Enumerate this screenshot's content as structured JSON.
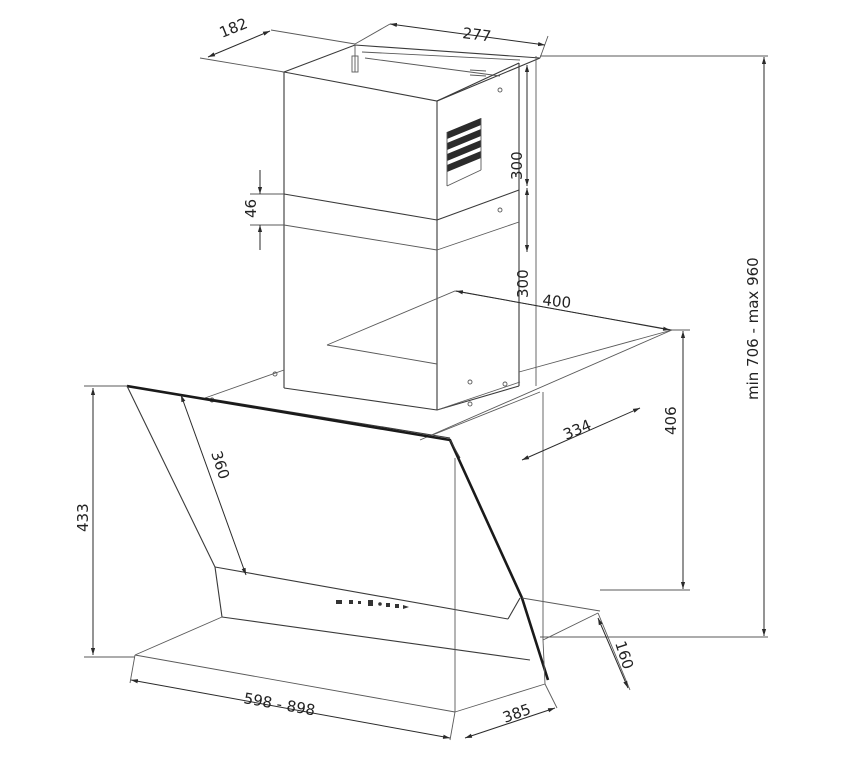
{
  "dimensions": {
    "chimney_depth": "182",
    "chimney_width": "277",
    "chimney_upper_height": "300",
    "chimney_lower_height": "300",
    "chimney_band": "46",
    "total_height": "min 706 - max 960",
    "mount_width": "400",
    "mount_depth": "334",
    "body_height": "406",
    "glass_length": "360",
    "front_height": "433",
    "hood_width": "598 - 898",
    "hood_depth": "385",
    "bottom_depth": "160"
  }
}
